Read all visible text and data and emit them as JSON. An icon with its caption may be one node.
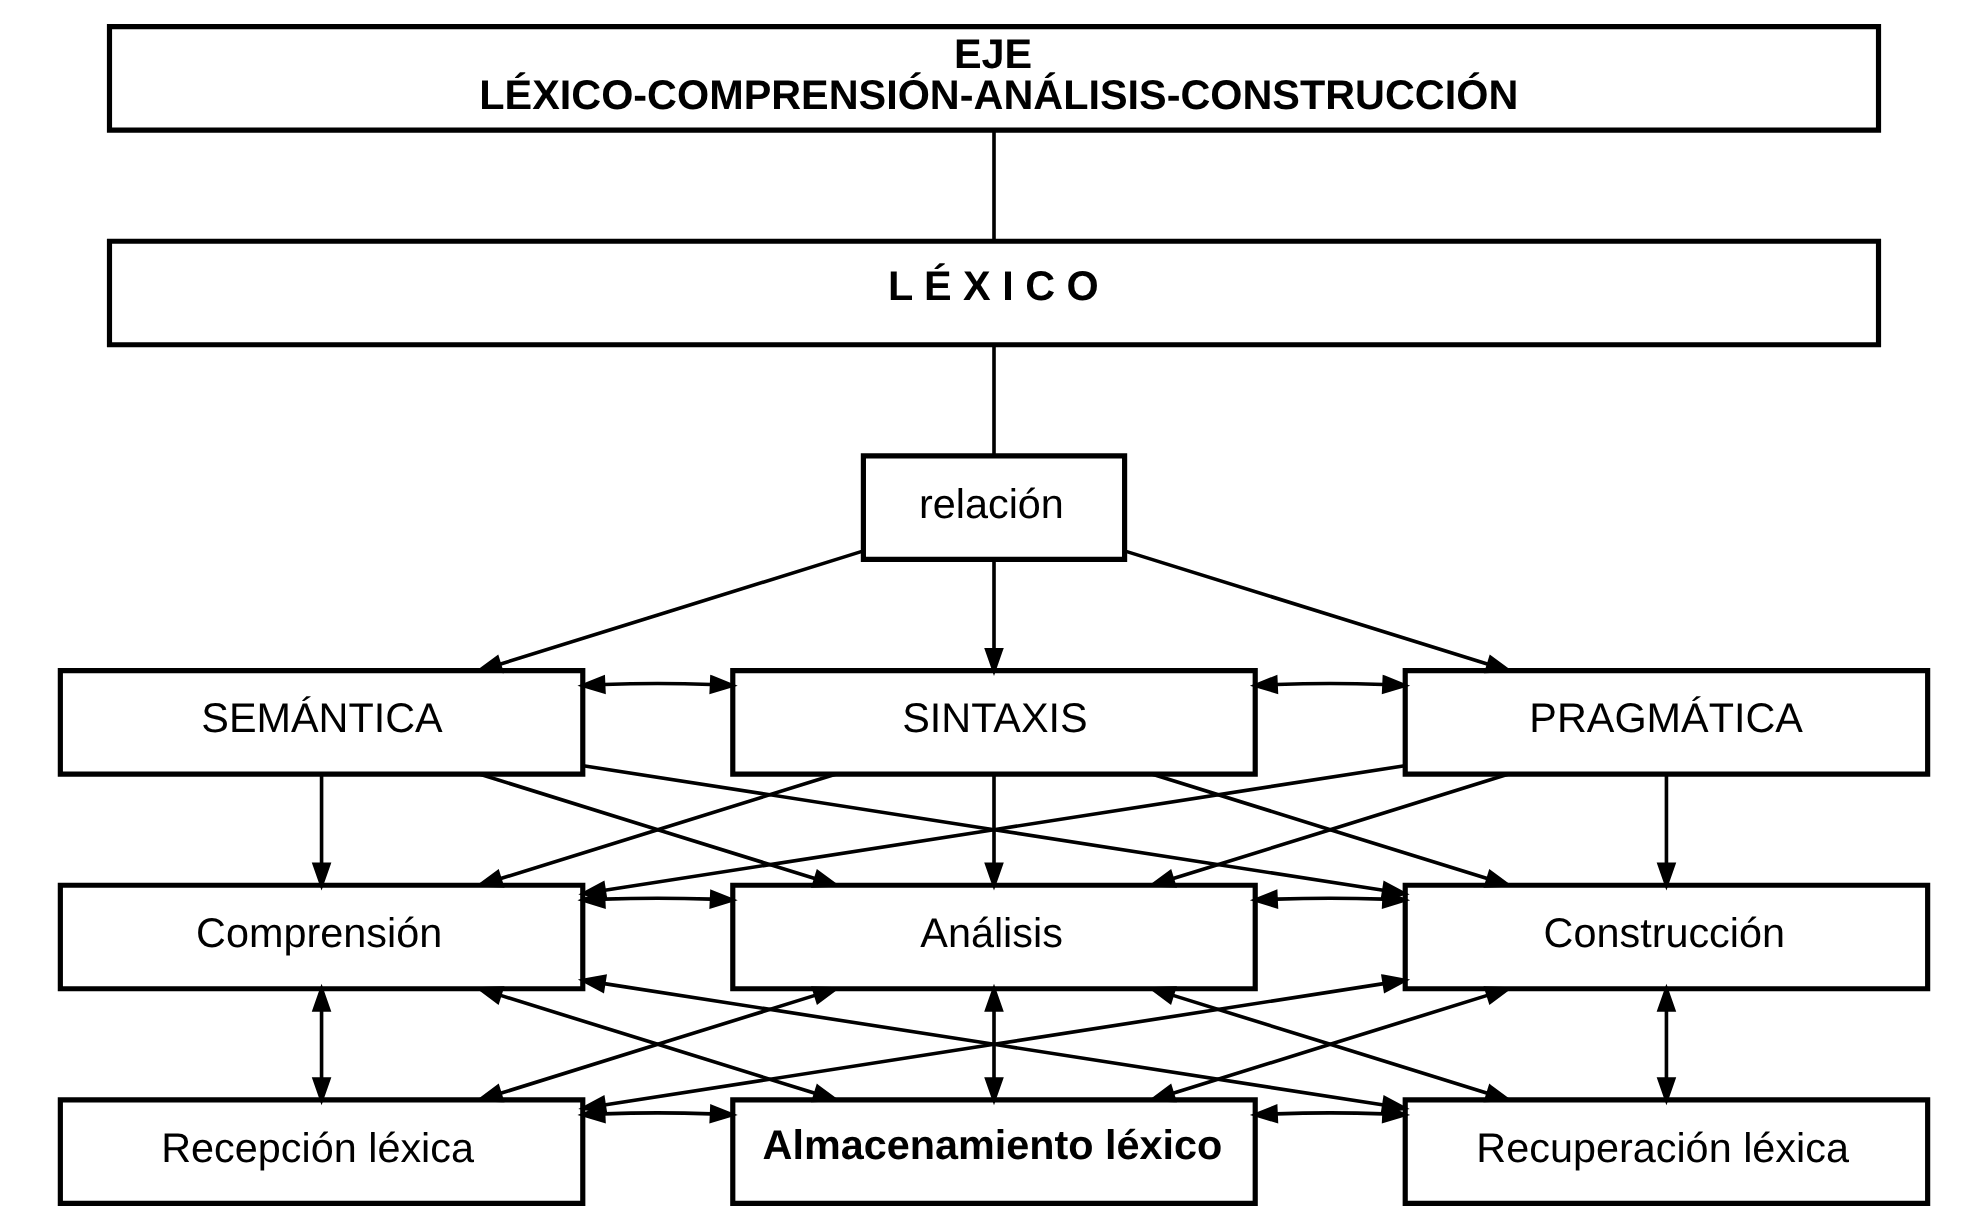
{
  "diagram": {
    "nodes": [
      {
        "text": [
          "EJE",
          "LÉXICO-COMPRENSIÓN-ANÁLISIS-CONSTRUCCIÓN"
        ]
      },
      {
        "text": [
          "L É X I C O"
        ]
      },
      {
        "text": [
          "relación"
        ]
      },
      {
        "text": [
          "SEMÁNTICA"
        ]
      },
      {
        "text": [
          "SINTAXIS"
        ]
      },
      {
        "text": [
          "PRAGMÁTICA"
        ]
      },
      {
        "text": [
          "Comprensión"
        ]
      },
      {
        "text": [
          "Análisis"
        ]
      },
      {
        "text": [
          "Construcción"
        ]
      },
      {
        "text": [
          "Recepción léxica"
        ]
      },
      {
        "text": [
          "Almacenamiento léxico"
        ]
      },
      {
        "text": [
          "Recuperación léxica"
        ]
      }
    ],
    "edges": [
      {
        "from": 0,
        "to": 1,
        "arrow": "none"
      },
      {
        "from": 1,
        "to": 2,
        "arrow": "none"
      },
      {
        "from": 2,
        "to": 3,
        "arrow": "to"
      },
      {
        "from": 2,
        "to": 4,
        "arrow": "to"
      },
      {
        "from": 2,
        "to": 5,
        "arrow": "to"
      },
      {
        "from": 3,
        "to": 4,
        "arrow": "both"
      },
      {
        "from": 4,
        "to": 5,
        "arrow": "both"
      },
      {
        "from": 3,
        "to": 6,
        "arrow": "to"
      },
      {
        "from": 3,
        "to": 7,
        "arrow": "to"
      },
      {
        "from": 3,
        "to": 8,
        "arrow": "to"
      },
      {
        "from": 4,
        "to": 6,
        "arrow": "to"
      },
      {
        "from": 4,
        "to": 7,
        "arrow": "to"
      },
      {
        "from": 4,
        "to": 8,
        "arrow": "to"
      },
      {
        "from": 5,
        "to": 6,
        "arrow": "to"
      },
      {
        "from": 5,
        "to": 7,
        "arrow": "to"
      },
      {
        "from": 5,
        "to": 8,
        "arrow": "to"
      },
      {
        "from": 6,
        "to": 7,
        "arrow": "both"
      },
      {
        "from": 7,
        "to": 8,
        "arrow": "both"
      },
      {
        "from": 6,
        "to": 9,
        "arrow": "both"
      },
      {
        "from": 6,
        "to": 10,
        "arrow": "both"
      },
      {
        "from": 6,
        "to": 11,
        "arrow": "both"
      },
      {
        "from": 7,
        "to": 9,
        "arrow": "both"
      },
      {
        "from": 7,
        "to": 10,
        "arrow": "both"
      },
      {
        "from": 7,
        "to": 11,
        "arrow": "both"
      },
      {
        "from": 8,
        "to": 9,
        "arrow": "both"
      },
      {
        "from": 8,
        "to": 10,
        "arrow": "both"
      },
      {
        "from": 8,
        "to": 11,
        "arrow": "both"
      },
      {
        "from": 9,
        "to": 10,
        "arrow": "both"
      },
      {
        "from": 10,
        "to": 11,
        "arrow": "both"
      }
    ]
  }
}
